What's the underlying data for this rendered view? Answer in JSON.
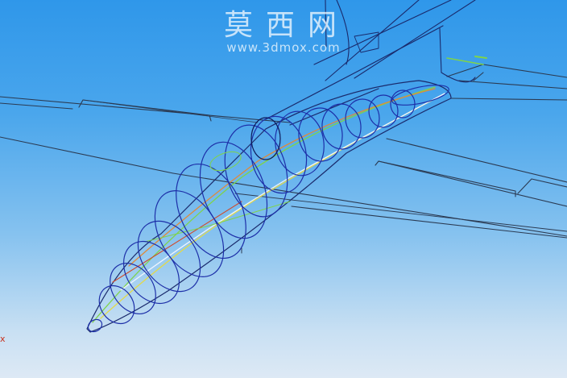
{
  "watermark": {
    "title": "莫西网",
    "url": "www.3dmox.com"
  },
  "triad": {
    "label": "x"
  },
  "colors": {
    "sky_top": "#2f97ea",
    "sky_bottom": "#dde9f5",
    "wire_dark": "#1a2a6c",
    "wire_blue": "#1d2fa8",
    "edge_grey": "#2b3a52",
    "highlight_green": "#7fd34a",
    "highlight_yellow": "#e3d94a",
    "highlight_orange": "#e08a3a",
    "highlight_white": "#eef4ff"
  },
  "icons": {
    "origin_marker": "axis-triad-icon"
  }
}
